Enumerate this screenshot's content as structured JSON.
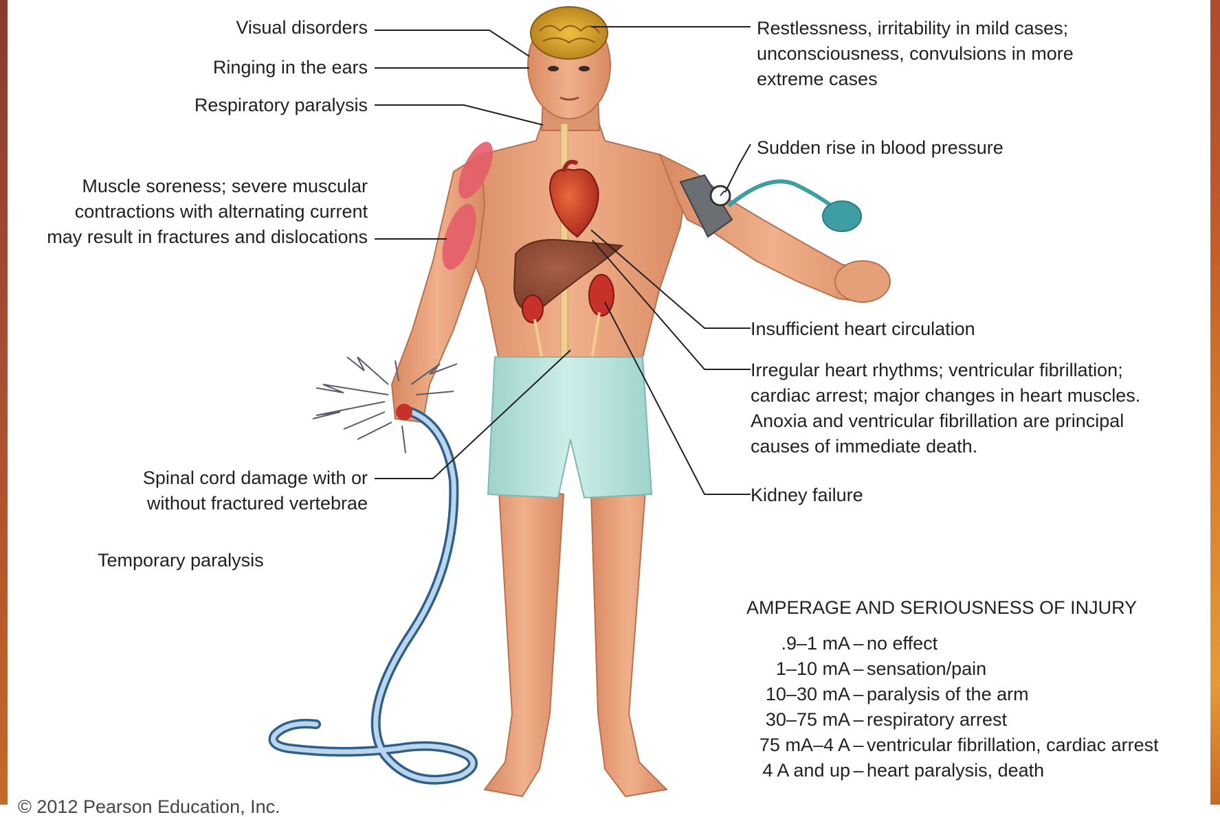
{
  "labels": {
    "visual_disorders": "Visual disorders",
    "ringing_ears": "Ringing in the ears",
    "respiratory_paralysis": "Respiratory paralysis",
    "muscle_line1": "Muscle soreness; severe muscular",
    "muscle_line2": "contractions with alternating current",
    "muscle_line3": "may result in fractures and dislocations",
    "spinal_line1": "Spinal cord damage with or",
    "spinal_line2": "without fractured vertebrae",
    "temporary_paralysis": "Temporary paralysis",
    "restlessness_line1": "Restlessness, irritability in mild cases;",
    "restlessness_line2": "unconsciousness, convulsions in more",
    "restlessness_line3": "extreme cases",
    "blood_pressure": "Sudden rise in blood pressure",
    "heart_circulation": "Insufficient heart circulation",
    "irregular_line1": "Irregular heart rhythms; ventricular fibrillation;",
    "irregular_line2": "cardiac arrest; major changes in heart muscles.",
    "irregular_line3": "Anoxia and ventricular fibrillation are principal",
    "irregular_line4": "causes of immediate death.",
    "kidney_failure": "Kidney failure"
  },
  "legend": {
    "title": "AMPERAGE AND SERIOUSNESS OF INJURY",
    "rows": [
      {
        "range": ".9–1 mA",
        "effect": "no effect"
      },
      {
        "range": "1–10 mA",
        "effect": "sensation/pain"
      },
      {
        "range": "10–30 mA",
        "effect": "paralysis of the arm"
      },
      {
        "range": "30–75 mA",
        "effect": "respiratory arrest"
      },
      {
        "range": "75 mA–4 A",
        "effect": "ventricular fibrillation, cardiac arrest"
      },
      {
        "range": "4 A and up",
        "effect": "heart paralysis, death"
      }
    ],
    "separator": "–"
  },
  "copyright": "© 2012 Pearson Education, Inc.",
  "colors": {
    "skin": "#e9a07a",
    "shorts": "#b9e3de",
    "heart": "#c8302a",
    "liver": "#8e4a33",
    "cord": "#6fa3c9",
    "cuff": "#6b6f73",
    "tube": "#3f9ea3",
    "muscle": "#e0505e",
    "leader_line": "#231f20"
  },
  "icons": [
    "brain",
    "heart",
    "liver",
    "kidney",
    "spinal-cord",
    "blood-pressure-cuff",
    "electric-cord",
    "electric-spark",
    "muscle-highlight"
  ]
}
